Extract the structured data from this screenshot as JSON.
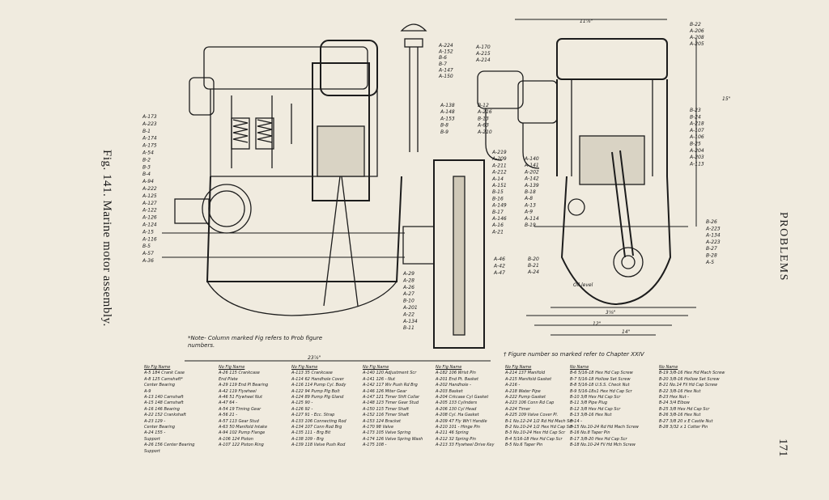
{
  "caption": "Fig. 141. Marine motor assembly.",
  "running_header": "PROBLEMS",
  "page_number": "171",
  "drawing": {
    "left_labels": [
      "A-173",
      "A-223",
      "B-1",
      "A-174",
      "A-175",
      "A-54",
      "B-2",
      "B-3",
      "B-4",
      "A-94",
      "A-222",
      "A-125",
      "A-127",
      "A-122",
      "A-126",
      "A-124",
      "A-15",
      "A-116",
      "B-5",
      "A-57",
      "A-36"
    ],
    "top_labels": [
      "A-224",
      "A-152",
      "B-6",
      "B-7",
      "A-147",
      "A-150"
    ],
    "mid_labels_a": [
      "A-138",
      "A-148",
      "A-153",
      "B-8",
      "B-9"
    ],
    "mid_labels_b": [
      "B-12",
      "A-216",
      "B-13",
      "A-63",
      "A-210"
    ],
    "center_labels": [
      "A-219",
      "A-209",
      "A-211",
      "A-212",
      "A-14",
      "A-151",
      "B-15",
      "B-16",
      "A-149",
      "B-17",
      "A-146",
      "A-16",
      "A-21"
    ],
    "center_labels_r": [
      "A-140",
      "A-141",
      "A-202",
      "A-142",
      "A-139",
      "B-18",
      "A-8",
      "A-13",
      "A-9",
      "A-114",
      "B-19"
    ],
    "lower_labels": [
      "A-29",
      "A-28",
      "A-26",
      "A-27",
      "B-10",
      "A-201",
      "A-22",
      "A-134",
      "B-11"
    ],
    "coupling_labels": [
      "A-46",
      "A-42",
      "A-47"
    ],
    "right_top_labels": [
      "A-170",
      "A-215",
      "A-214"
    ],
    "far_right_top": [
      "B-22",
      "A-206",
      "A-208",
      "A-205"
    ],
    "far_right_mid": [
      "B-23",
      "B-24",
      "A-218",
      "A-107",
      "A-106",
      "B-25",
      "A-204",
      "A-203",
      "A-113"
    ],
    "far_right_low": [
      "B-26",
      "A-223",
      "A-134",
      "A-223",
      "B-27",
      "B-28",
      "A-5"
    ],
    "base_labels": [
      "B-20",
      "B-21",
      "A-24"
    ],
    "dim_top": "11⅞\"",
    "dim_side": "15\"",
    "dim_bottom_left": "23⅞\"",
    "dim_12": "12\"",
    "dim_14": "14\"",
    "dim_3_4": "3⅛\"",
    "oil_level": "Oil level"
  },
  "note1": "*Note- Column marked Fig refers to Prob figure numbers.",
  "note2": "† Figure number so marked refer to Chapter XXIV",
  "table": {
    "columns": [
      {
        "header": "No  Fig  Name",
        "rows": [
          "A-5  184 Crank Case",
          "A-8  125 Camshaft*",
          "        Center Bearing",
          "A-9  ",
          "A-13 140 Camshaft",
          "A-15 148 Camshaft",
          "A-16 146 Bearing",
          "A-22 152 Crankshaft",
          "A-23 129 -",
          "        Center Bearing",
          "A-24 155 -",
          "    Support",
          "A-26 156 Center Bearing",
          "    Support"
        ]
      },
      {
        "header": "No  Fig  Name",
        "rows": [
          "A-26 115 Crankcase",
          "        End Plate",
          "A-29 119 End Pl Bearing",
          "A-42 119 Flywheel",
          "A-46 51 Flywheel Nut",
          "A-47 64 -",
          "A-54 19 Timing Gear",
          "A-56 21 -",
          "A-57 113 Gear Stud",
          "A-63 50 Manifold Intake",
          "A-94 102 Pump Flange",
          "A-106 124 Piston",
          "A-107 122 Piston Ring"
        ]
      },
      {
        "header": "No  Fig  Name",
        "rows": [
          "A-113 35 Crankcase",
          "A-114 62 Handhole Cover",
          "A-116 114 Pump Cyl. Body",
          "A-122 94 Pump Plg Bolt",
          "A-124 89 Pump Plg Gland",
          "A-125 90 -",
          "A-126 92 -",
          "A-127 91 - Ecc. Strap",
          "A-133 106 Connecting Rod",
          "A-134 107 Conn Rod Brg",
          "A-135 111 - Brg Bit",
          "A-138 109 - Brg",
          "A-139 118 Valve Push Rod"
        ]
      },
      {
        "header": "No  Fig  Name",
        "rows": [
          "A-140 120 Adjustment Scr",
          "A-141 126 - Nut",
          "A-142 117 Wv Push Rd Brg",
          "A-146 126 Miter Gear",
          "A-147 121 Timer Shft Collar",
          "A-148 123 Timer Gear Stud",
          "A-150 115 Timer Shaft",
          "A-152 116 Timer Shaft",
          "A-153 124 Bracket",
          "A-170 98 Valve",
          "A-173 105 Valve Spring",
          "A-174 126 Valve Spring Wash",
          "A-175 108 -"
        ]
      },
      {
        "header": "No  Fig  Name",
        "rows": [
          "A-182 106 Wrist Pin",
          "A-201 End Pt. Basket",
          "A-202 Handhole -",
          "A-203 Basket",
          "A-204 Crkcase Cyl Gasket",
          "A-205 133 Cylinders",
          "A-206 130 Cyl Head",
          "A-208 Cyl. Ha Gasket",
          "A-209 47 Fly Wh'l Handle",
          "A-210 101 - Hinge Pin",
          "A-211 46 Spring",
          "A-212 32 Spring Pin",
          "A-213 33 Flywheel Drive Key"
        ]
      },
      {
        "header": "No  Fig  Name",
        "rows": [
          "A-214 137 Manifold",
          "A-215 Manifold Gasket",
          "A-216 -",
          "A-218 Water Pipe",
          "A-222 Pump Gasket",
          "A-223 106 Conn Rd Cap",
          "A-224 Timer",
          "A-225 109 Valve Cover Pl.",
          "B-1 No.12-24 1/2 Rd Hd Mach Scr",
          "B-2 No.10-24 1/2 Hex Hd Cap Scr",
          "B-3 No.10-24 Hex Hd Cap Scr",
          "B-4 5/16-18 Hex Hd Cap Scr",
          "B-5 No.6 Taper Pin"
        ]
      },
      {
        "header": "No    Name",
        "rows": [
          "B-6 5/16-18 Hex Hd Cap Screw",
          "B-7 5/16-18 Hollow Set Screw",
          "B-8 5/16-18 U.S.S. Check Nut",
          "B-9 5/16-18x1 Hex Hd Cap Scr",
          "B-10 3/8 Hex Hd Cap Scr",
          "B-11 3/8 Pipe Plug",
          "B-12 3/8 Hex Hd Cap Scr",
          "B-13 3/8-16 Hex Nut",
          "B-14 -",
          "B-15 No.10-24 Rd Hd Mach Screw",
          "B-16 No.8 Taper Pin",
          "B-17 3/8-20 Hex Hd Cap Scr",
          "B-18 No.10-24 Fil Hd Mch Screw"
        ]
      },
      {
        "header": "No    Name",
        "rows": [
          "B-19 3/8-16 Hex Hd Mach Screw",
          "B-20 3/8-16 Hollow Set Screw",
          "B-21 No.14 Fil Hd Cap Screw",
          "B-22 3/8-16 Hex Nut",
          "B-23 Hex Nut -",
          "B-24 3/4 Elbow",
          "B-25 3/8 Hex Hd Cap Scr",
          "B-26 3/8-16 Hex Nut",
          "B-27 3/8 20 x E Castle Nut",
          "B-28 3/32 x 1 Cotter Pin"
        ]
      }
    ]
  }
}
